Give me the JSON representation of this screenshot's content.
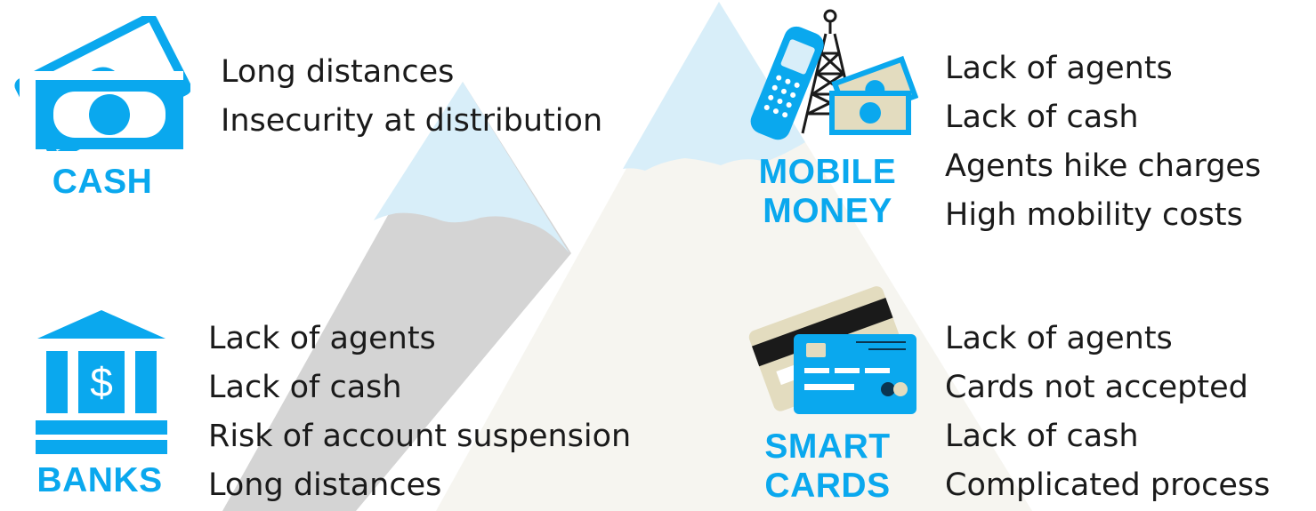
{
  "colors": {
    "accent": "#0aa8ee",
    "text": "#1a1a1a",
    "snow": "#d8eef9",
    "rock_dark": "#d4d4d4",
    "rock_light": "#f6f5f0"
  },
  "sections": {
    "cash": {
      "label": "CASH",
      "icon": "banknotes-icon",
      "items": [
        "Long distances",
        "Insecurity at distribution"
      ]
    },
    "mobile_money": {
      "label_line1": "MOBILE",
      "label_line2": "MONEY",
      "icon": "mobile-phone-tower-cash-icon",
      "items": [
        "Lack of agents",
        "Lack of cash",
        "Agents hike charges",
        "High mobility costs"
      ]
    },
    "banks": {
      "label": "BANKS",
      "icon": "bank-building-icon",
      "symbol": "$",
      "items": [
        "Lack of agents",
        "Lack of cash",
        "Risk of account suspension",
        "Long distances"
      ]
    },
    "smart_cards": {
      "label_line1": "SMART",
      "label_line2": "CARDS",
      "icon": "smart-cards-icon",
      "items": [
        "Lack of agents",
        "Cards not accepted",
        "Lack of cash",
        "Complicated process"
      ]
    }
  }
}
